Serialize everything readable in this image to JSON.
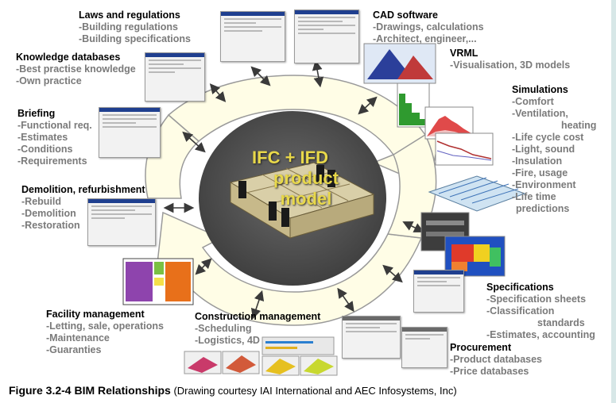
{
  "center": {
    "line1": "IFC + IFD",
    "line2": "product",
    "line3": "model"
  },
  "groups": [
    {
      "key": "laws",
      "heading": "Laws and regulations",
      "items": [
        "-Building regulations",
        "-Building specifications"
      ]
    },
    {
      "key": "knowledge",
      "heading": "Knowledge databases",
      "items": [
        "-Best practise knowledge",
        "-Own practice"
      ]
    },
    {
      "key": "briefing",
      "heading": "Briefing",
      "items": [
        "-Functional req.",
        "-Estimates",
        "-Conditions",
        "-Requirements"
      ]
    },
    {
      "key": "demolition",
      "heading": "Demolition, refurbishment",
      "items": [
        "-Rebuild",
        "-Demolition",
        "-Restoration"
      ]
    },
    {
      "key": "facility",
      "heading": "Facility management",
      "items": [
        "-Letting, sale, operations",
        "-Maintenance",
        "-Guaranties"
      ]
    },
    {
      "key": "construction",
      "heading": "Construction management",
      "items": [
        "-Scheduling",
        "-Logistics, 4D"
      ]
    },
    {
      "key": "cad",
      "heading": "CAD software",
      "items": [
        "-Drawings, calculations",
        "-Architect, engineer,..."
      ]
    },
    {
      "key": "vrml",
      "heading": "VRML",
      "items": [
        "-Visualisation, 3D models"
      ]
    },
    {
      "key": "simulations",
      "heading": "Simulations",
      "items": [
        "-Comfort",
        "-Ventilation,",
        "heating",
        "-Life cycle cost",
        "-Light, sound",
        "-Insulation",
        "-Fire, usage",
        "-Environment",
        "-Life time",
        "predictions"
      ]
    },
    {
      "key": "specifications",
      "heading": "Specifications",
      "items": [
        "-Specification sheets",
        "-Classification",
        "standards",
        "-Estimates, accounting"
      ]
    },
    {
      "key": "procurement",
      "heading": "Procurement",
      "items": [
        "-Product databases",
        "-Price databases"
      ]
    }
  ],
  "caption": {
    "figure": "Figure 3.2-4  BIM Relationships",
    "credit": "(Drawing courtesy IAI International and AEC Infosystems, Inc)"
  },
  "colors": {
    "ring_fill": "#fffde6",
    "ring_stroke": "#9a9a9a",
    "core": "#4b4b4b",
    "center_text": "#e8d84a",
    "item_text": "#7a7a7a"
  }
}
